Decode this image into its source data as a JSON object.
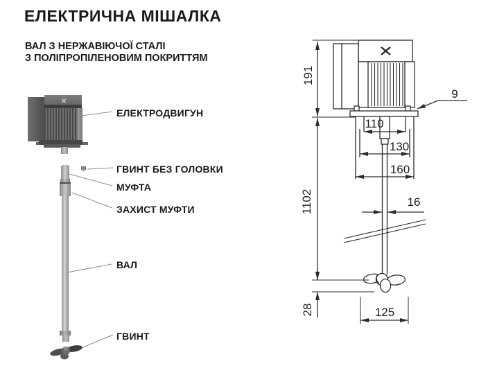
{
  "header": {
    "title": "ЕЛЕКТРИЧНА МІШАЛКА",
    "subtitle_line1": "ВАЛ З НЕРЖАВІЮЧОЇ СТАЛІ",
    "subtitle_line2": "З ПОЛІПРОПІЛЕНОВИМ ПОКРИТТЯМ"
  },
  "part_labels": {
    "motor": "ЕЛЕКТРОДВИГУН",
    "headless_screw": "ГВИНТ БЕЗ ГОЛОВКИ",
    "coupling": "МУФТА",
    "coupling_guard": "ЗАХИСТ МУФТИ",
    "shaft": "ВАЛ",
    "propeller": "ГВИНТ"
  },
  "dimensions_mm": {
    "motor_height": "191",
    "plate_thickness": "9",
    "width_inner": "110",
    "width_middle": "130",
    "width_outer": "160",
    "shaft_length": "1102",
    "shaft_diameter": "16",
    "propeller_height": "28",
    "propeller_diameter": "125"
  },
  "icons": {
    "brand_mark": "x-logo"
  },
  "colors": {
    "drawing_line": "#2b2b2b",
    "leader_line": "#8c8c8c",
    "text": "#1a1a1a",
    "metal_dark": "#565656",
    "metal_light": "#cfcfcf"
  }
}
